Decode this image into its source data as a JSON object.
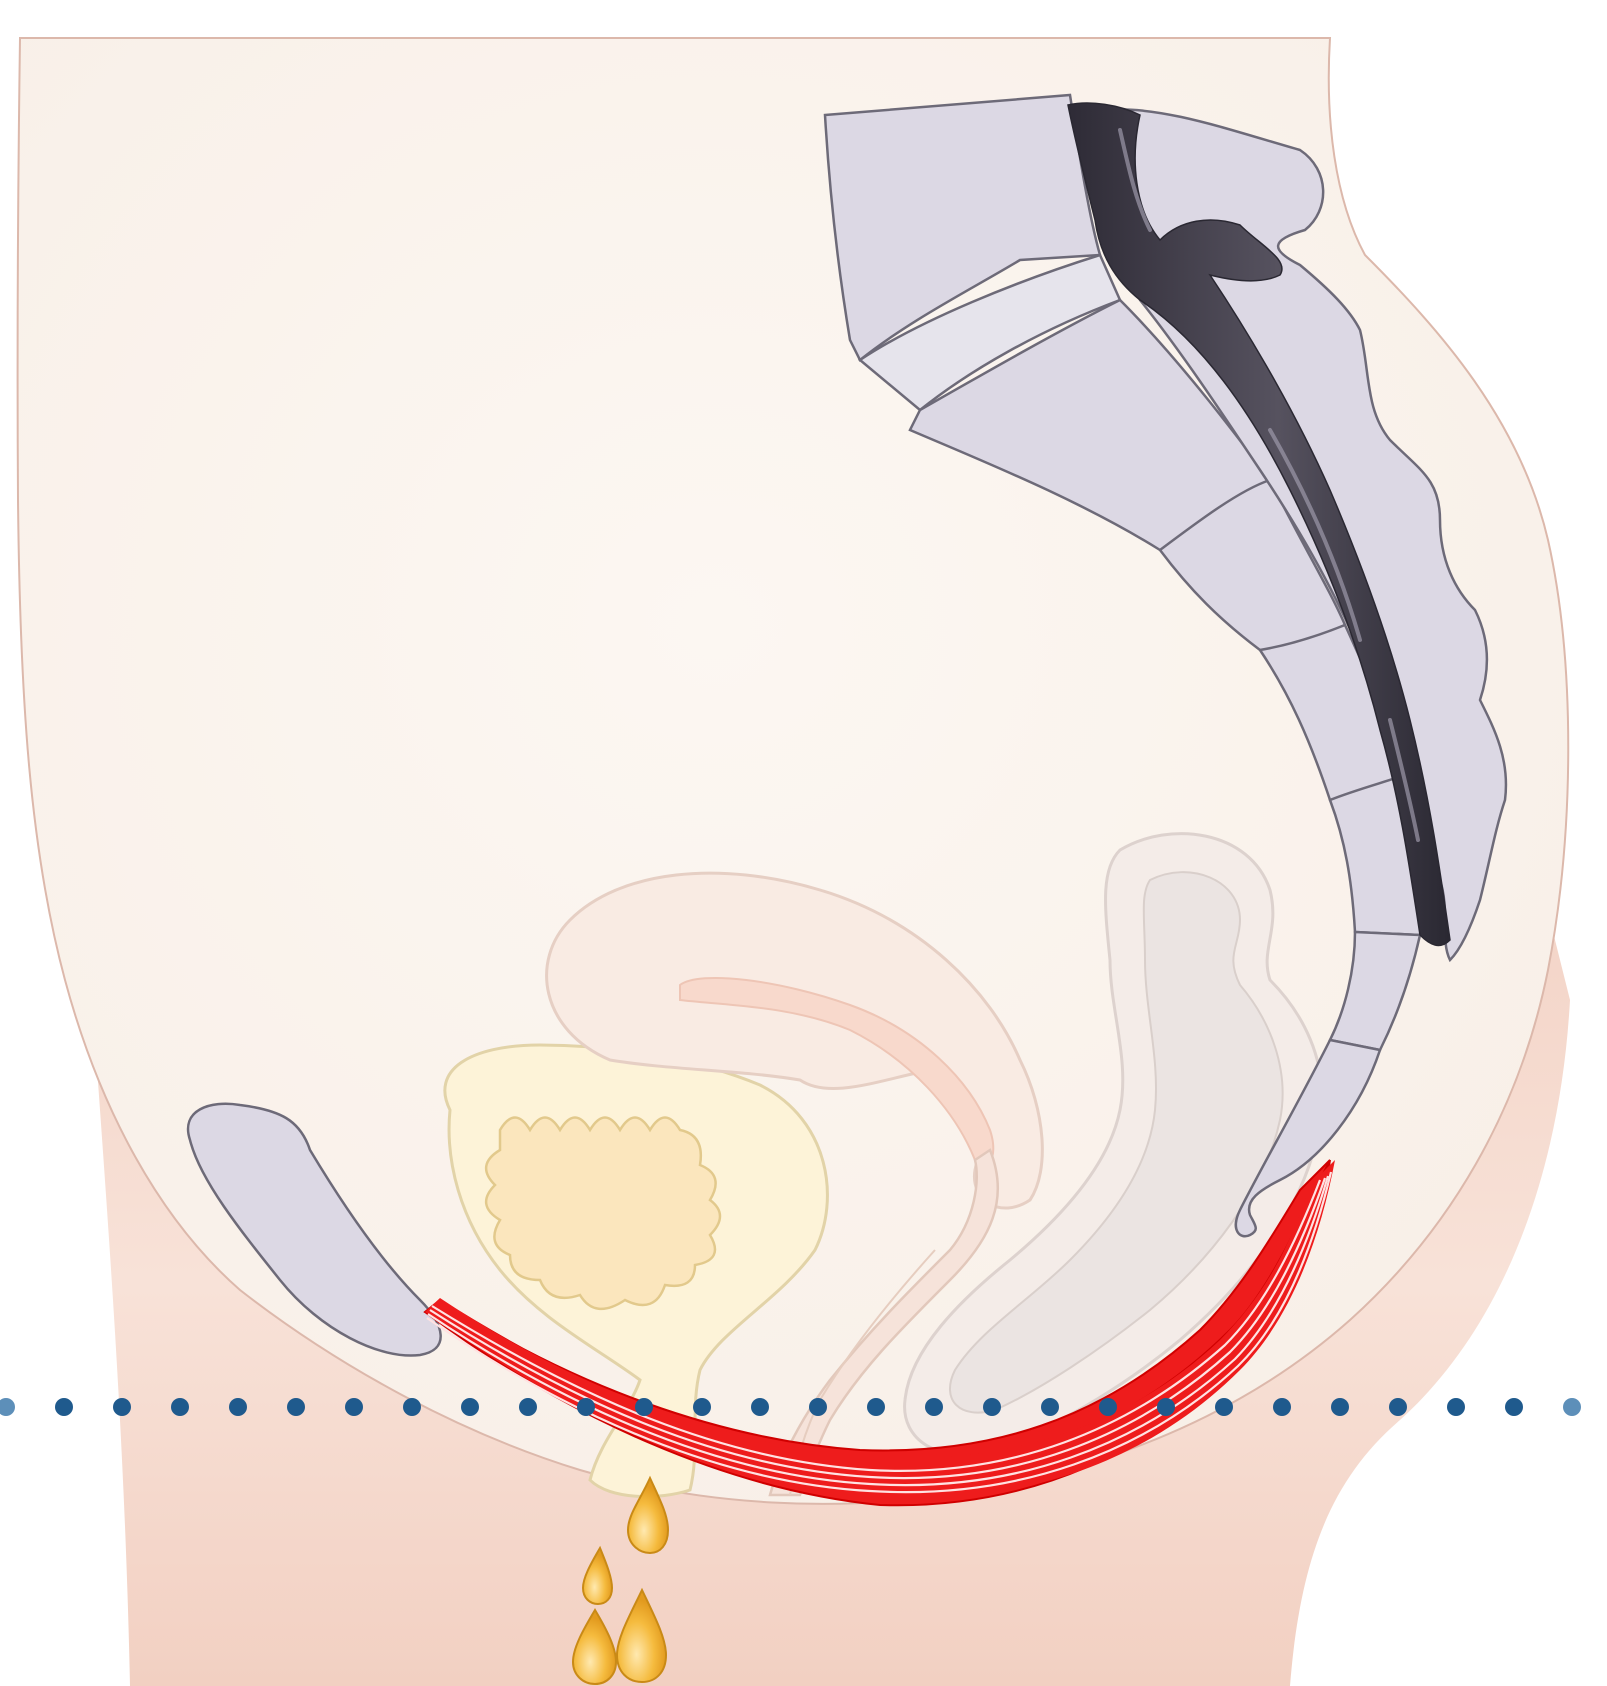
{
  "colors": {
    "background": "#ffffff",
    "skin_outer": "#f6ddd2",
    "skin_shadow": "#efcfc3",
    "skin_inner": "#fbf5ef",
    "skin_outline": "#dcb8ab",
    "bone": "#dcd8e4",
    "bone_light": "#e6e4ec",
    "bone_outline": "#6d6a78",
    "spinal_canal": "#3a3744",
    "spinal_highlight": "#9d99aa",
    "uterus": "#f9ebe3",
    "uterus_outline": "#e6cfc4",
    "uterine_cavity": "#f8d9cc",
    "rectum_outer": "#f4ece8",
    "rectum_inner": "#ebe4e2",
    "rectum_outline": "#ddd2ce",
    "bladder": "#fdf3d8",
    "bladder_inner": "#fbe6bd",
    "bladder_outline": "#e2d3a8",
    "pelvic_floor_muscle": "#ee1c1c",
    "muscle_fiber": "#ffe2e2",
    "urine_drop": "#f2b73a",
    "urine_drop_outline": "#c98a16",
    "dot_line": "#1f5a8d",
    "dot_line_faded": "#5d8fb9"
  },
  "structures": [
    "pelvic-body-silhouette",
    "sacrum-coccyx",
    "spinal-canal",
    "pubic-bone",
    "uterus",
    "rectum",
    "bladder",
    "pelvic-floor-muscle",
    "urine-drops",
    "pelvic-floor-reference-line"
  ]
}
